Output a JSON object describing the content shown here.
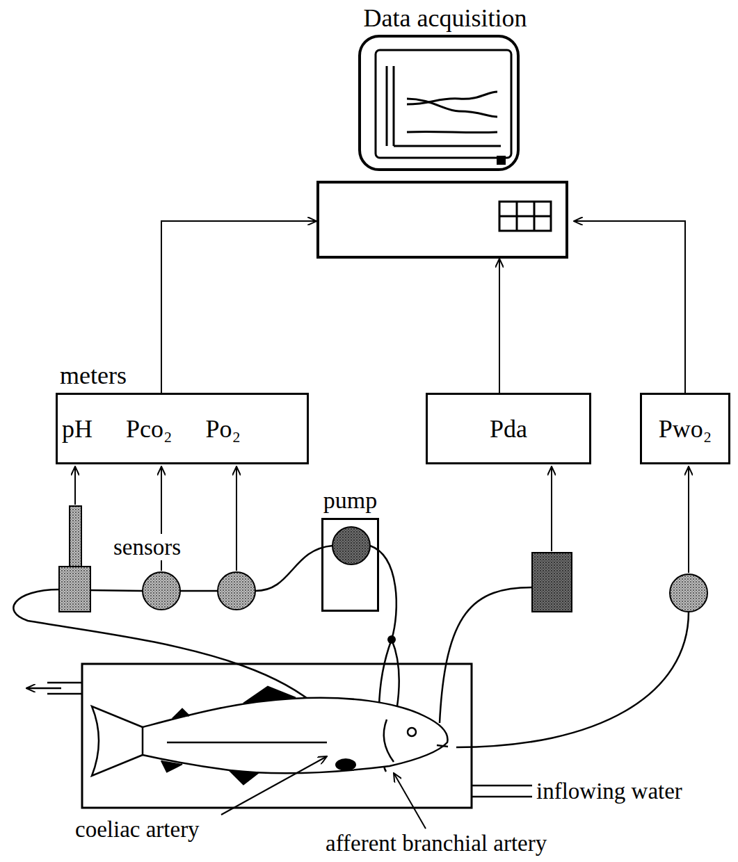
{
  "diagram": {
    "nodes": [
      {
        "text": [
          "Data acquisition"
        ]
      },
      {
        "text": [
          "meters",
          "pH",
          "Pco₂",
          "Po₂"
        ]
      },
      {
        "text": [
          "Pda"
        ]
      },
      {
        "text": [
          "Pwo₂"
        ]
      },
      {
        "text": [
          "pump"
        ]
      }
    ],
    "edges": [
      {
        "from": 1,
        "to": 0,
        "arrow": "to"
      },
      {
        "from": 2,
        "to": 0,
        "arrow": "to"
      },
      {
        "from": 3,
        "to": 0,
        "arrow": "to"
      }
    ],
    "labels": [
      "sensors",
      "coeliac artery",
      "afferent branchial artery",
      "inflowing water"
    ]
  }
}
